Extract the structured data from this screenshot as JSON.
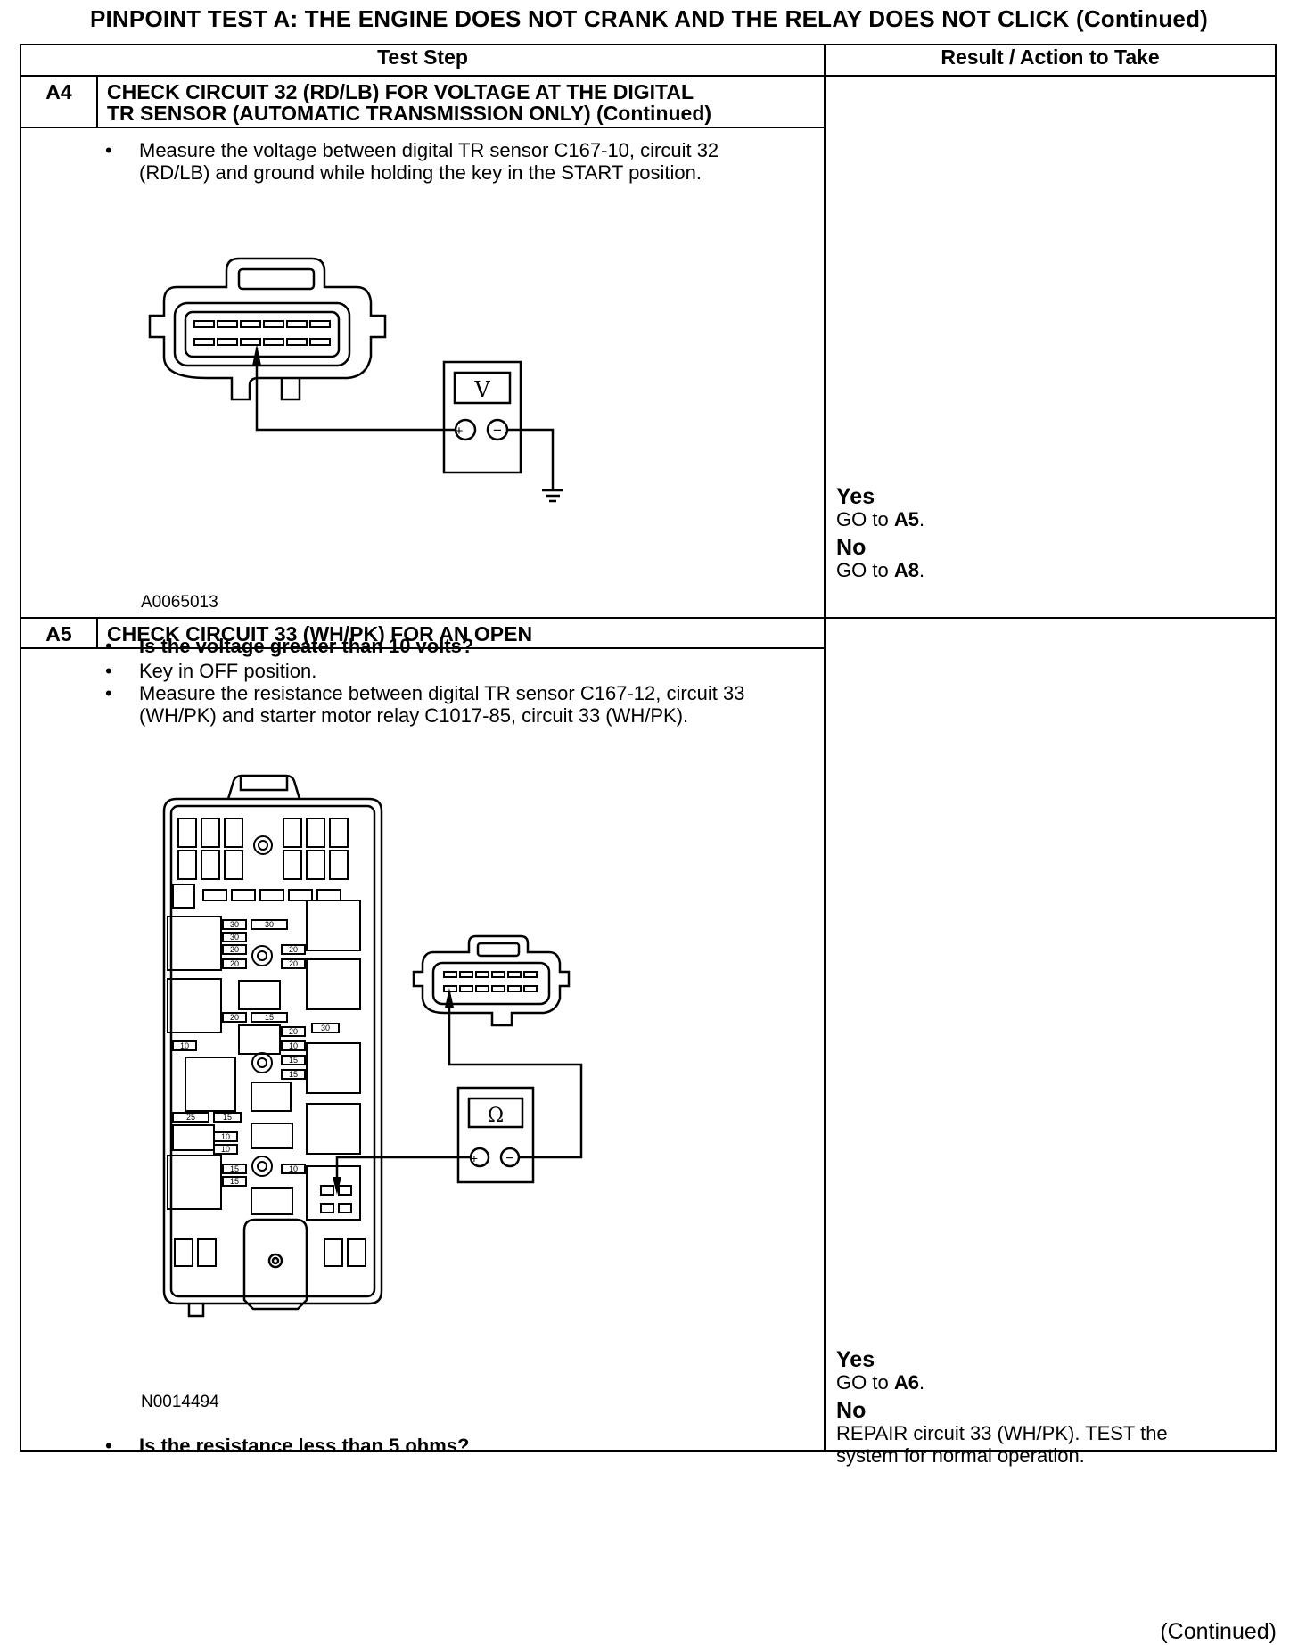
{
  "page_title": "PINPOINT TEST A: THE ENGINE DOES NOT CRANK AND THE RELAY DOES NOT CLICK (Continued)",
  "columns": {
    "test_step": "Test Step",
    "result": "Result / Action to Take"
  },
  "steps": [
    {
      "id": "A4",
      "title_line1": "CHECK CIRCUIT 32 (RD/LB) FOR VOLTAGE AT THE DIGITAL",
      "title_line2": "TR SENSOR (AUTOMATIC TRANSMISSION ONLY) (Continued)",
      "bullets": [
        "Measure the voltage between digital TR sensor C167-10, circuit 32 (RD/LB) and ground while holding the key in the START position."
      ],
      "figure_id": "A0065013",
      "meter_symbol": "V",
      "question": "Is the voltage greater than 10 volts?",
      "yes_label": "Yes",
      "yes_prefix": "GO to ",
      "yes_target": "A5",
      "yes_suffix": ".",
      "no_label": "No",
      "no_prefix": "GO to ",
      "no_target": "A8",
      "no_suffix": "."
    },
    {
      "id": "A5",
      "title_line1": "CHECK CIRCUIT 33 (WH/PK) FOR AN OPEN",
      "bullets": [
        "Key in OFF position.",
        "Measure the resistance between digital TR sensor C167-12, circuit 33 (WH/PK) and starter motor relay C1017-85, circuit 33 (WH/PK)."
      ],
      "figure_id": "N0014494",
      "meter_symbol": "Ω",
      "question": "Is the resistance less than 5 ohms?",
      "yes_label": "Yes",
      "yes_prefix": "GO to ",
      "yes_target": "A6",
      "yes_suffix": ".",
      "no_label": "No",
      "no_text": "REPAIR circuit 33 (WH/PK). TEST the system for normal operation."
    }
  ],
  "fuse_labels": [
    "30",
    "30",
    "30",
    "20",
    "20",
    "20",
    "20",
    "20",
    "15",
    "20",
    "30",
    "10",
    "10",
    "15",
    "25",
    "15",
    "10",
    "10",
    "15",
    "10",
    "15",
    "15"
  ],
  "footer": "(Continued)"
}
